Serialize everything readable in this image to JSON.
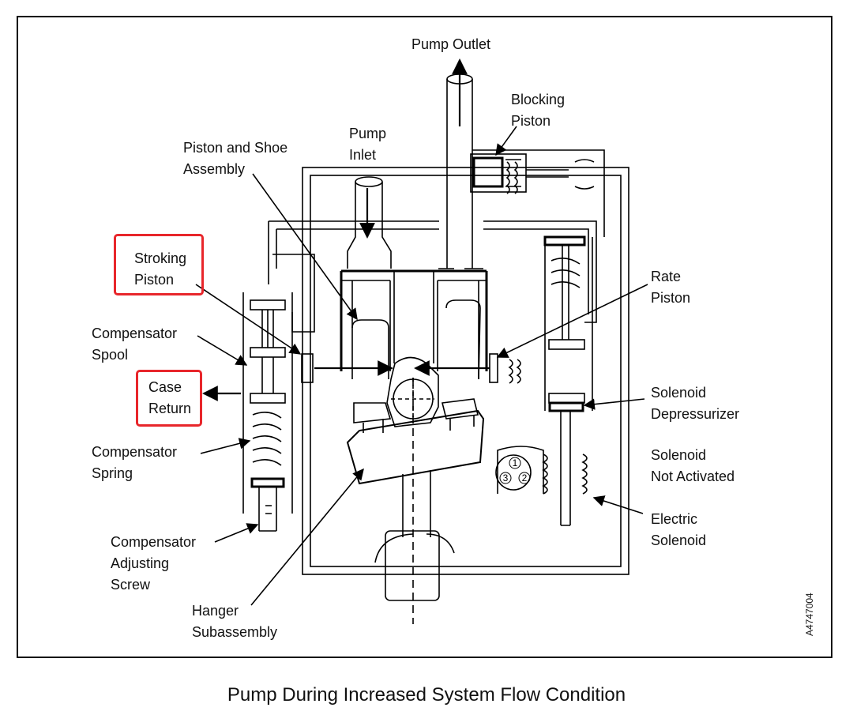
{
  "caption": "Pump During Increased System Flow Condition",
  "figure_id": "A4747004",
  "labels": {
    "pump_outlet": [
      "Pump Outlet"
    ],
    "blocking_piston": [
      "Blocking",
      "Piston"
    ],
    "pump_inlet": [
      "Pump",
      "Inlet"
    ],
    "piston_shoe": [
      "Piston and Shoe",
      "Assembly"
    ],
    "stroking_piston": [
      "Stroking",
      "Piston"
    ],
    "compensator_spool": [
      "Compensator",
      "Spool"
    ],
    "case_return": [
      "Case",
      "Return"
    ],
    "compensator_spring": [
      "Compensator",
      "Spring"
    ],
    "compensator_adjusting_screw": [
      "Compensator",
      "Adjusting",
      "Screw"
    ],
    "hanger_subassembly": [
      "Hanger",
      "Subassembly"
    ],
    "rate_piston": [
      "Rate",
      "Piston"
    ],
    "solenoid_depressurizer": [
      "Solenoid",
      "Depressurizer"
    ],
    "solenoid_not_activated": [
      "Solenoid",
      "Not Activated"
    ],
    "electric_solenoid": [
      "Electric",
      "Solenoid"
    ]
  },
  "connector_pins": [
    "1",
    "2",
    "3"
  ],
  "highlight_color": "#e8262b"
}
